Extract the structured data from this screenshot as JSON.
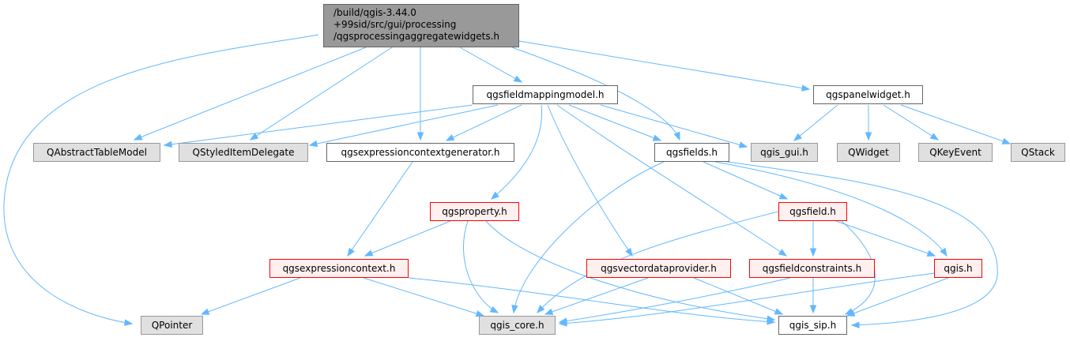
{
  "graph": {
    "root": {
      "lines": [
        "/build/qgis-3.44.0",
        "+99sid/src/gui/processing",
        "/qgsprocessingaggregatewidgets.h"
      ]
    },
    "nodes": [
      {
        "id": "fieldmappingmodel",
        "label": "qgsfieldmappingmodel.h",
        "kind": "normal"
      },
      {
        "id": "panelwidget",
        "label": "qgspanelwidget.h",
        "kind": "normal"
      },
      {
        "id": "qabstracttablemodel",
        "label": "QAbstractTableModel",
        "kind": "external"
      },
      {
        "id": "qstyleditemdelegate",
        "label": "QStyledItemDelegate",
        "kind": "external"
      },
      {
        "id": "expressioncontextgenerator",
        "label": "qgsexpressioncontextgenerator.h",
        "kind": "normal"
      },
      {
        "id": "fields",
        "label": "qgsfields.h",
        "kind": "normal"
      },
      {
        "id": "qgis_gui",
        "label": "qgis_gui.h",
        "kind": "external"
      },
      {
        "id": "qwidget",
        "label": "QWidget",
        "kind": "external"
      },
      {
        "id": "qkeyevent",
        "label": "QKeyEvent",
        "kind": "external"
      },
      {
        "id": "qstack",
        "label": "QStack",
        "kind": "external"
      },
      {
        "id": "property",
        "label": "qgsproperty.h",
        "kind": "incomplete"
      },
      {
        "id": "field",
        "label": "qgsfield.h",
        "kind": "incomplete"
      },
      {
        "id": "expressioncontext",
        "label": "qgsexpressioncontext.h",
        "kind": "incomplete"
      },
      {
        "id": "vectordataprovider",
        "label": "qgsvectordataprovider.h",
        "kind": "incomplete"
      },
      {
        "id": "fieldconstraints",
        "label": "qgsfieldconstraints.h",
        "kind": "incomplete"
      },
      {
        "id": "qgis",
        "label": "qgis.h",
        "kind": "incomplete"
      },
      {
        "id": "qpointer",
        "label": "QPointer",
        "kind": "external"
      },
      {
        "id": "qgis_core",
        "label": "qgis_core.h",
        "kind": "external"
      },
      {
        "id": "qgis_sip",
        "label": "qgis_sip.h",
        "kind": "normal"
      }
    ],
    "edges": [
      [
        "root",
        "qpointer"
      ],
      [
        "root",
        "qabstracttablemodel"
      ],
      [
        "root",
        "qstyleditemdelegate"
      ],
      [
        "root",
        "expressioncontextgenerator"
      ],
      [
        "root",
        "fieldmappingmodel"
      ],
      [
        "root",
        "fields"
      ],
      [
        "root",
        "panelwidget"
      ],
      [
        "fieldmappingmodel",
        "qabstracttablemodel"
      ],
      [
        "fieldmappingmodel",
        "qstyleditemdelegate"
      ],
      [
        "fieldmappingmodel",
        "expressioncontextgenerator"
      ],
      [
        "fieldmappingmodel",
        "fields"
      ],
      [
        "fieldmappingmodel",
        "qgis_gui"
      ],
      [
        "fieldmappingmodel",
        "property"
      ],
      [
        "fieldmappingmodel",
        "vectordataprovider"
      ],
      [
        "fieldmappingmodel",
        "fieldconstraints"
      ],
      [
        "panelwidget",
        "qgis_gui"
      ],
      [
        "panelwidget",
        "qwidget"
      ],
      [
        "panelwidget",
        "qkeyevent"
      ],
      [
        "panelwidget",
        "qstack"
      ],
      [
        "expressioncontextgenerator",
        "expressioncontext"
      ],
      [
        "fields",
        "field"
      ],
      [
        "fields",
        "qgis_core"
      ],
      [
        "fields",
        "qgis"
      ],
      [
        "fields",
        "qgis_sip"
      ],
      [
        "property",
        "expressioncontext"
      ],
      [
        "property",
        "qgis_core"
      ],
      [
        "property",
        "qgis_sip"
      ],
      [
        "field",
        "fieldconstraints"
      ],
      [
        "field",
        "qgis"
      ],
      [
        "field",
        "qgis_core"
      ],
      [
        "field",
        "qgis_sip"
      ],
      [
        "expressioncontext",
        "qpointer"
      ],
      [
        "expressioncontext",
        "qgis_core"
      ],
      [
        "expressioncontext",
        "qgis_sip"
      ],
      [
        "vectordataprovider",
        "qgis_core"
      ],
      [
        "vectordataprovider",
        "qgis_sip"
      ],
      [
        "fieldconstraints",
        "qgis_core"
      ],
      [
        "fieldconstraints",
        "qgis_sip"
      ],
      [
        "qgis",
        "qgis_core"
      ],
      [
        "qgis",
        "qgis_sip"
      ]
    ],
    "colors": {
      "edge": "#63b8ff",
      "root_fill": "#999999",
      "normal_border": "#666666",
      "external_fill": "#e0e0e0",
      "external_border": "#999999",
      "incomplete_fill": "#fff0f0",
      "incomplete_border": "#ff0000"
    }
  }
}
